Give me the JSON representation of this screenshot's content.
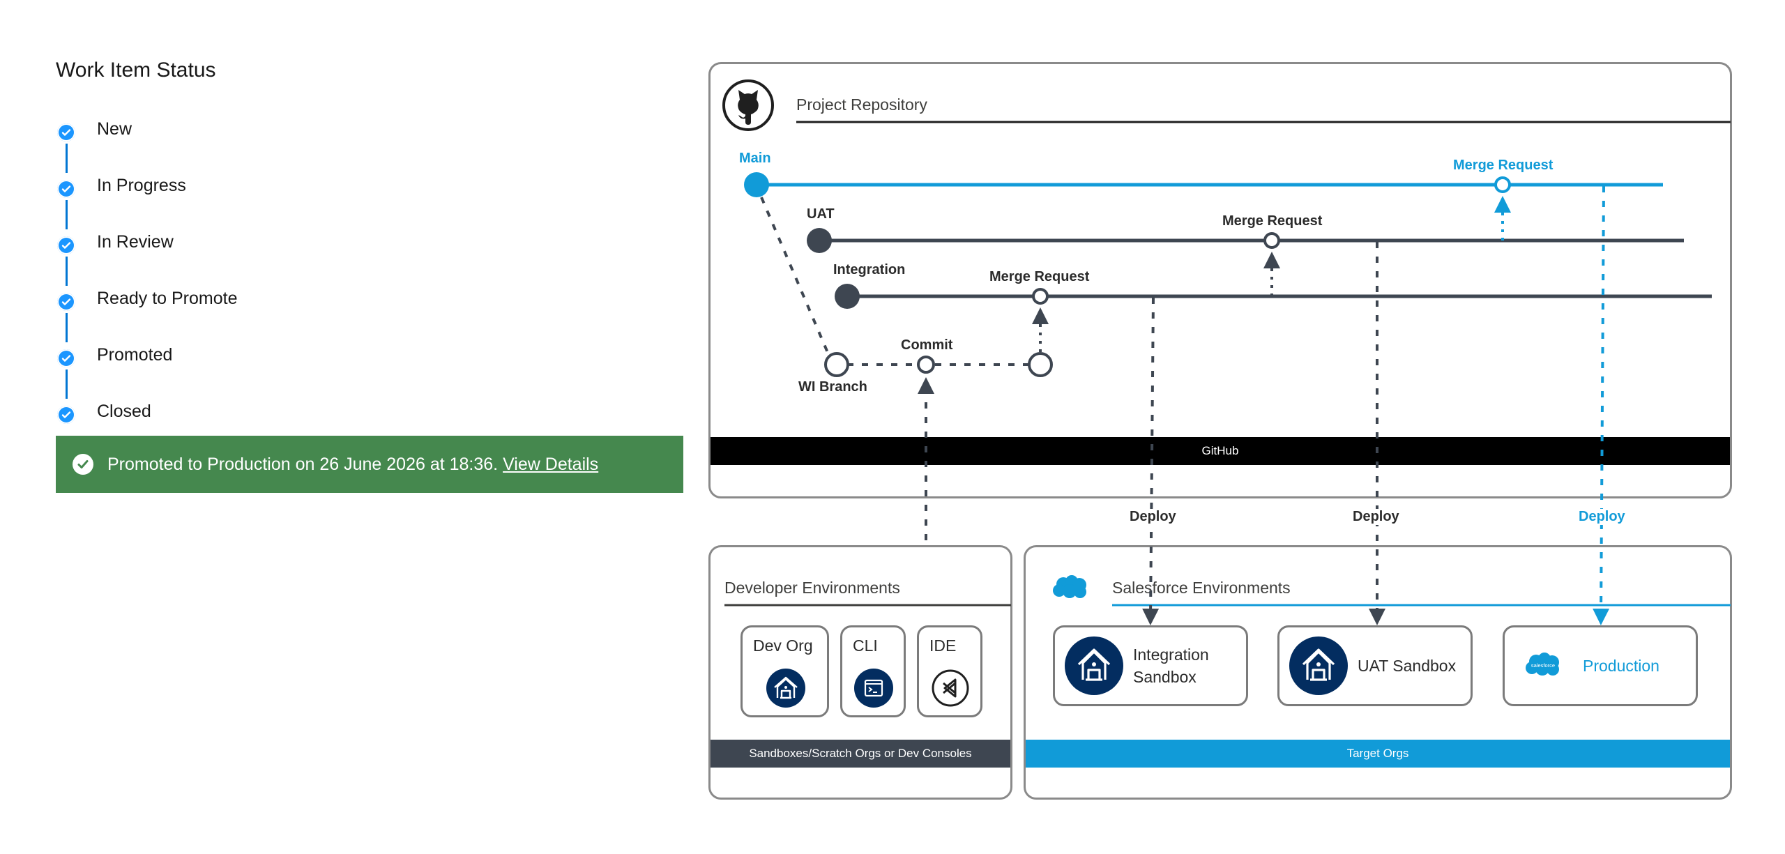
{
  "status_panel": {
    "title": "Work Item Status",
    "steps": [
      {
        "label": "New",
        "completed": true
      },
      {
        "label": "In Progress",
        "completed": true
      },
      {
        "label": "In Review",
        "completed": true
      },
      {
        "label": "Ready to Promote",
        "completed": true
      },
      {
        "label": "Promoted",
        "completed": true
      },
      {
        "label": "Closed",
        "completed": true
      }
    ],
    "banner": {
      "message": "Promoted to Production on 26 June 2026 at 18:36.",
      "link": "View Details"
    }
  },
  "diagram": {
    "repository": {
      "title": "Project Repository",
      "icon": "github-octocat-icon",
      "footer": "GitHub",
      "branches": {
        "main": "Main",
        "uat": "UAT",
        "integration": "Integration",
        "wi_branch": "WI Branch"
      },
      "commit_label": "Commit",
      "merge_request_label": "Merge Request"
    },
    "deploy_label": "Deploy",
    "developer_environments": {
      "title": "Developer Environments",
      "items": [
        {
          "label": "Dev Org",
          "icon": "sandbox-icon"
        },
        {
          "label": "CLI",
          "icon": "terminal-icon"
        },
        {
          "label": "IDE",
          "icon": "vscode-icon"
        }
      ],
      "footer": "Sandboxes/Scratch Orgs or Dev Consoles"
    },
    "salesforce_environments": {
      "title": "Salesforce Environments",
      "icon": "salesforce-cloud-icon",
      "targets": [
        {
          "line1": "Integration",
          "line2": "Sandbox",
          "icon": "sandbox-icon"
        },
        {
          "label": "UAT Sandbox",
          "icon": "sandbox-icon"
        },
        {
          "label": "Production",
          "icon": "salesforce-logo-icon",
          "logo_text": "salesforce"
        }
      ],
      "footer": "Target Orgs"
    },
    "colors": {
      "main_branch": "#119bd8",
      "branch": "#3e4651",
      "footer_dark": "#3e4651",
      "footer_blue": "#119bd8",
      "banner": "#45884e",
      "status_check": "#1b96ff"
    }
  }
}
